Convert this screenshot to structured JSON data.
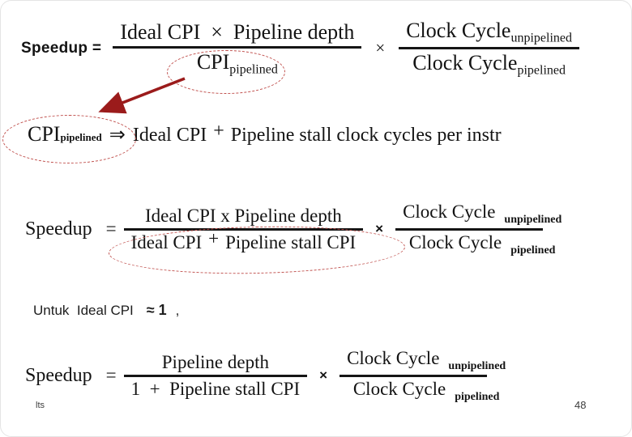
{
  "colors": {
    "arrow": "#9b1b1b",
    "ellipse": "#c0504d",
    "text": "#131313",
    "footer_text": "#3c3c3c"
  },
  "eq1": {
    "label": "Speedup =",
    "numerator": "Ideal CPI  ×  Pipeline depth",
    "den_base": "CPI",
    "den_sub": "pipelined",
    "times": "×",
    "cc": "Clock Cycle",
    "sub_unpipelined": "unpipelined",
    "sub_pipelined": "pipelined"
  },
  "eq2": {
    "lhs_base": "CPI",
    "lhs_sub": "pipelined",
    "implies": "⇒",
    "rhs_head": "Ideal CPI",
    "plus": "+",
    "rhs_tail": "Pipeline stall clock cycles per instr"
  },
  "eq3": {
    "label": "Speedup",
    "equals": "=",
    "numerator": "Ideal CPI x Pipeline depth",
    "den_head": "Ideal CPI",
    "plus": "+",
    "den_tail": "Pipeline stall CPI",
    "times": "×",
    "cc": "Clock Cycle",
    "sub_unpipelined": "unpipelined",
    "sub_pipelined": "pipelined"
  },
  "eq4": {
    "lead": "Untuk  Ideal CPI",
    "approx": "≈ 1",
    "comma": ","
  },
  "eq5": {
    "label": "Speedup",
    "equals": "=",
    "numerator": "Pipeline depth",
    "denominator": "1  +  Pipeline stall CPI",
    "times": "×",
    "cc": "Clock Cycle",
    "sub_unpipelined": "unpipelined",
    "sub_pipelined": "pipelined"
  },
  "footer": {
    "author": "lts",
    "page_number": "48"
  }
}
